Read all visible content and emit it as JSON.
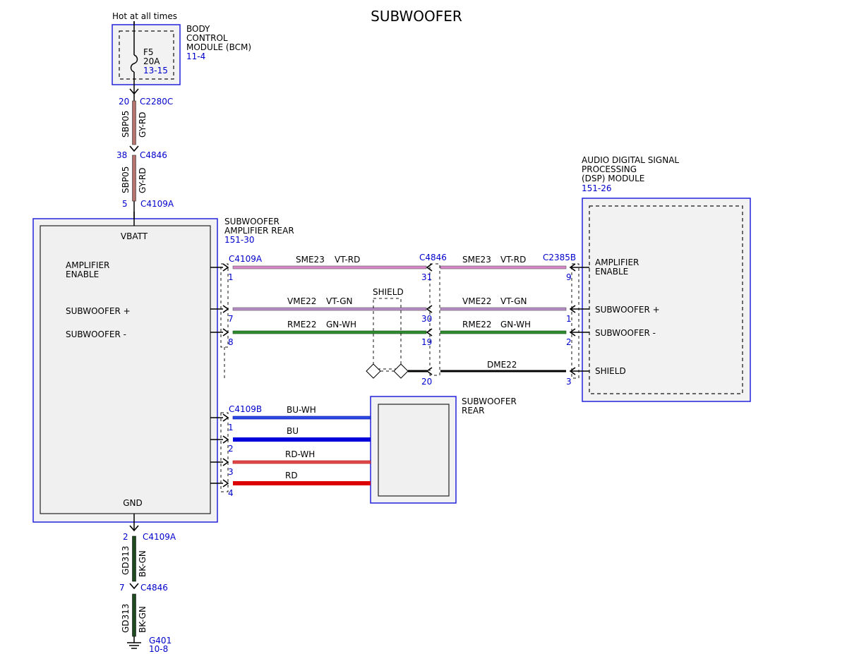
{
  "title": "SUBWOOFER",
  "bcm": {
    "hot_label": "Hot at all times",
    "name_lines": [
      "BODY",
      "CONTROL",
      "MODULE (BCM)"
    ],
    "ref": "11-4",
    "fuse_name": "F5",
    "fuse_rating": "20A",
    "fuse_ref": "13-15"
  },
  "feed": {
    "seg1": {
      "pin": "20",
      "connector": "C2280C",
      "circuit": "SBP05",
      "color": "GY-RD"
    },
    "seg2": {
      "pin": "38",
      "connector": "C4846",
      "circuit": "SBP05",
      "color": "GY-RD"
    },
    "amp_in": {
      "pin": "5",
      "connector": "C4109A"
    }
  },
  "amplifier": {
    "name_lines": [
      "SUBWOOFER",
      "AMPLIFIER REAR"
    ],
    "ref": "151-30",
    "vbatt": "VBATT",
    "gnd": "GND",
    "pin_amp_enable": [
      "AMPLIFIER",
      "ENABLE"
    ],
    "pin_sub_plus": "SUBWOOFER +",
    "pin_sub_minus": "SUBWOOFER -"
  },
  "dsp": {
    "name_lines": [
      "AUDIO DIGITAL SIGNAL",
      "PROCESSING",
      "(DSP) MODULE"
    ],
    "ref": "151-26",
    "pin_amp_enable": [
      "AMPLIFIER",
      "ENABLE"
    ],
    "pin_sub_plus": "SUBWOOFER +",
    "pin_sub_minus": "SUBWOOFER -",
    "pin_shield": "SHIELD"
  },
  "connectors": {
    "amp_a": "C4109A",
    "mid": "C4846",
    "dsp": "C2385B",
    "amp_b": "C4109B"
  },
  "signal_wires": [
    {
      "left_pin": "1",
      "mid_pin": "31",
      "right_pin": "9",
      "circuit": "SME23",
      "color": "VT-RD"
    },
    {
      "left_pin": "7",
      "mid_pin": "30",
      "right_pin": "1",
      "circuit": "VME22",
      "color": "VT-GN"
    },
    {
      "left_pin": "8",
      "mid_pin": "19",
      "right_pin": "2",
      "circuit": "RME22",
      "color": "GN-WH"
    }
  ],
  "shield": {
    "label": "SHIELD",
    "mid_pin": "20",
    "right_pin": "3",
    "circuit": "DME22"
  },
  "speaker": {
    "name_lines": [
      "SUBWOOFER",
      "REAR"
    ],
    "wires": [
      {
        "pin": "1",
        "color": "BU-WH"
      },
      {
        "pin": "2",
        "color": "BU"
      },
      {
        "pin": "3",
        "color": "RD-WH"
      },
      {
        "pin": "4",
        "color": "RD"
      }
    ]
  },
  "ground": {
    "seg1": {
      "pin": "2",
      "connector": "C4109A",
      "circuit": "GD313",
      "color": "BK-GN"
    },
    "seg2": {
      "pin": "7",
      "connector": "C4846",
      "circuit": "GD313",
      "color": "BK-GN"
    },
    "point": "G401",
    "point_ref": "10-8"
  },
  "colors": {
    "gy_rd": "#b5736e",
    "vt_rd": "#d987c8",
    "vt_gn": "#b88cc6",
    "gn_wh": "#2e8b2e",
    "bu": "#0000dd",
    "rd": "#dd0000",
    "bk_gn": "#1f4a1f",
    "box_border": "#2222dd",
    "ref_text": "#0000cc"
  }
}
